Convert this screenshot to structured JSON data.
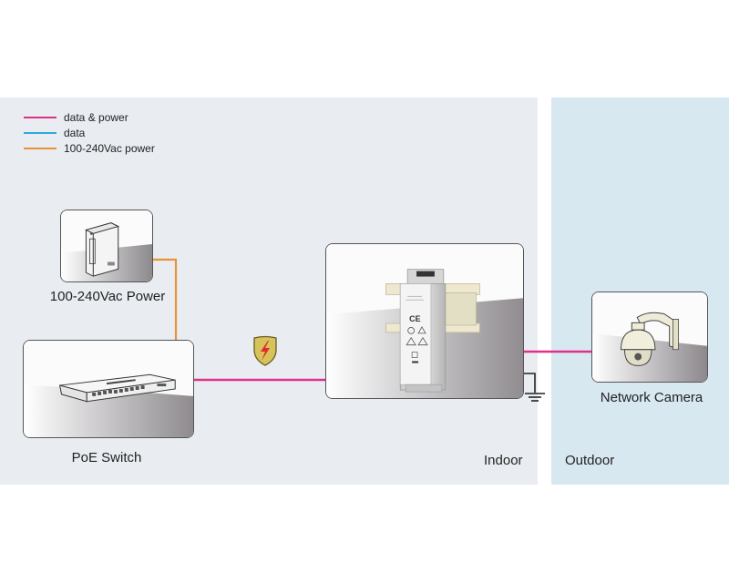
{
  "colors": {
    "data_power": "#e0308a",
    "data": "#2fa8df",
    "ac_power": "#e8913a",
    "indoor_bg": "#e9edf1",
    "outdoor_bg": "#d8e8f0"
  },
  "legend": {
    "items": [
      {
        "label": "data & power",
        "color_key": "data_power"
      },
      {
        "label": "data",
        "color_key": "data"
      },
      {
        "label": "100-240Vac power",
        "color_key": "ac_power"
      }
    ]
  },
  "devices": {
    "power_supply": {
      "label": "100-240Vac Power",
      "icon": "ups-icon"
    },
    "poe_switch": {
      "label": "PoE Switch",
      "icon": "network-switch-icon"
    },
    "surge_protector": {
      "label": "",
      "icon": "din-rail-surge-protector-icon",
      "marking": "CE"
    },
    "network_camera": {
      "label": "Network Camera",
      "icon": "dome-camera-icon"
    }
  },
  "symbols": {
    "lightning_shield": "lightning-shield-icon",
    "ground": "ground-icon"
  },
  "zones": {
    "indoor": "Indoor",
    "outdoor": "Outdoor"
  }
}
